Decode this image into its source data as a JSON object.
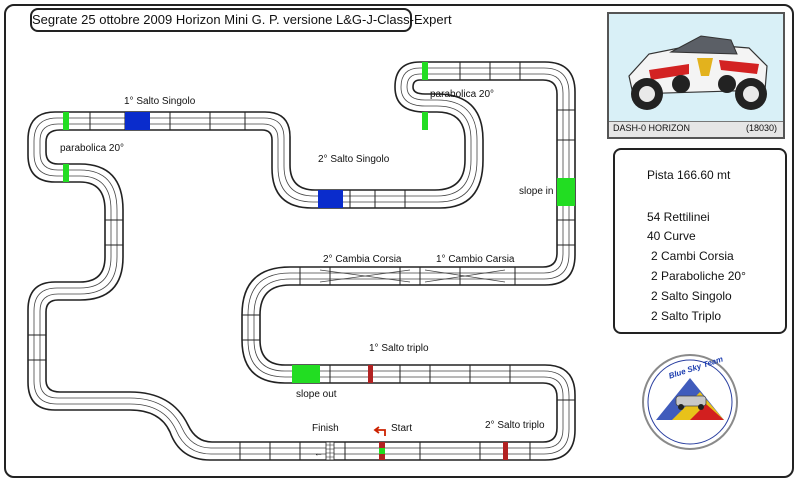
{
  "title": "Segrate 25 ottobre 2009 Horizon Mini G. P.  versione  L&G-J-Class-Expert",
  "car": {
    "name": "DASH-0 HORIZON",
    "code": "(18030)"
  },
  "stats": {
    "length": "Pista 166.60 mt",
    "straights": "54 Rettilinei",
    "curves": "40 Curve",
    "lane_changes": "2 Cambi Corsia",
    "parabolic": "2 Paraboliche 20°",
    "single_jumps": "2 Salto Singolo",
    "triple_jumps": "2 Salto Triplo"
  },
  "track_labels": {
    "jump_single_1": "1° Salto Singolo",
    "jump_single_2": "2° Salto Singolo",
    "parabolic_left": "parabolica 20°",
    "parabolic_right": "parabolica 20°",
    "slope_in": "slope in",
    "slope_out": "slope out",
    "lane_change_2": "2° Cambia Corsia",
    "lane_change_1": "1° Cambio Carsia",
    "jump_triple_1": "1° Salto triplo",
    "jump_triple_2": "2° Salto triplo",
    "finish": "Finish",
    "start": "Start"
  },
  "logo": {
    "text": "Blue Sky Team"
  },
  "colors": {
    "single_jump": "#0a2ccc",
    "slope_parabolic": "#22dd22",
    "triple_jump": "#b22222",
    "start_arrow": "#cc2200"
  }
}
